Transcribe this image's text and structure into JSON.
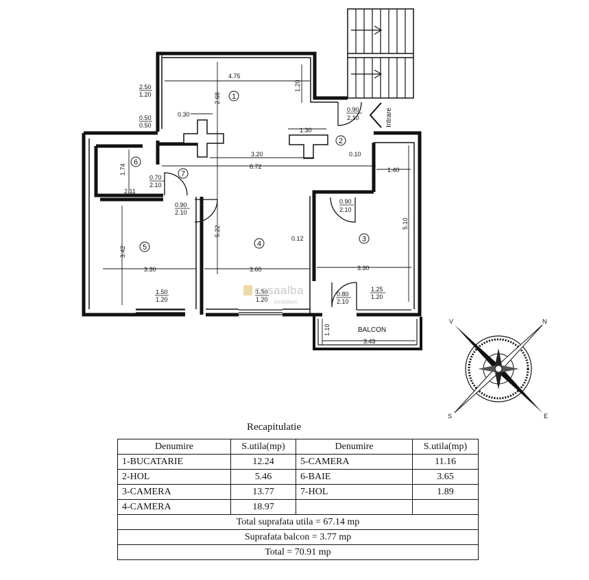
{
  "plan": {
    "dims": {
      "d_4_75": "4.75",
      "d_2_68": "2.68",
      "d_1_20a": "1.20",
      "d_250": "2.50",
      "d_120b": "1.20",
      "d_050a": "0.50",
      "d_050b": "0.50",
      "d_030": "0.30",
      "d_130": "1.30",
      "d_320": "3.20",
      "d_672": "6.72",
      "d_010": "0.10",
      "d_140": "1.40",
      "d_510": "5.10",
      "d_174": "1.74",
      "d_211a": "2.11",
      "d_070": "0.70",
      "d_210a": "2.10",
      "d_090a": "0.90",
      "d_210b": "2.10",
      "d_090b": "0.90",
      "d_210c": "2.10",
      "d_522": "5.22",
      "d_012": "0.12",
      "d_342": "3.42",
      "d_330a": "3.30",
      "d_360": "3.60",
      "d_330b": "3.30",
      "d_150a": "1.50",
      "d_120c": "1.20",
      "d_150b": "1.50",
      "d_120d": "1.20",
      "d_080": "0.80",
      "d_210d": "2.10",
      "d_125": "1.25",
      "d_120e": "1.20",
      "d_110": "1.10",
      "d_343": "3.43",
      "d_090c": "0.90",
      "d_210e": "2.10"
    },
    "rooms": [
      "1",
      "2",
      "3",
      "4",
      "5",
      "6",
      "7"
    ],
    "balcony_label": "BALCON",
    "entrance_label": "Intrare",
    "watermark": "casaalba",
    "watermark_sub": "imobiliare",
    "compass": {
      "n": "N",
      "e": "E",
      "s": "S",
      "v": "V"
    }
  },
  "recap": {
    "title": "Recapitulatie",
    "headers": [
      "Denumire",
      "S.utila(mp)",
      "Denumire",
      "S.utila(mp)"
    ],
    "rows": [
      [
        "1-BUCATARIE",
        "12.24",
        "5-CAMERA",
        "11.16"
      ],
      [
        "2-HOL",
        "5.46",
        "6-BAIE",
        "3.65"
      ],
      [
        "3-CAMERA",
        "13.77",
        "7-HOL",
        "1.89"
      ],
      [
        "4-CAMERA",
        "18.97",
        "",
        ""
      ]
    ],
    "total_util": "Total suprafata utila = 67.14 mp",
    "balcony": "Suprafata balcon  = 3.77 mp",
    "total": "Total  = 70.91 mp"
  }
}
